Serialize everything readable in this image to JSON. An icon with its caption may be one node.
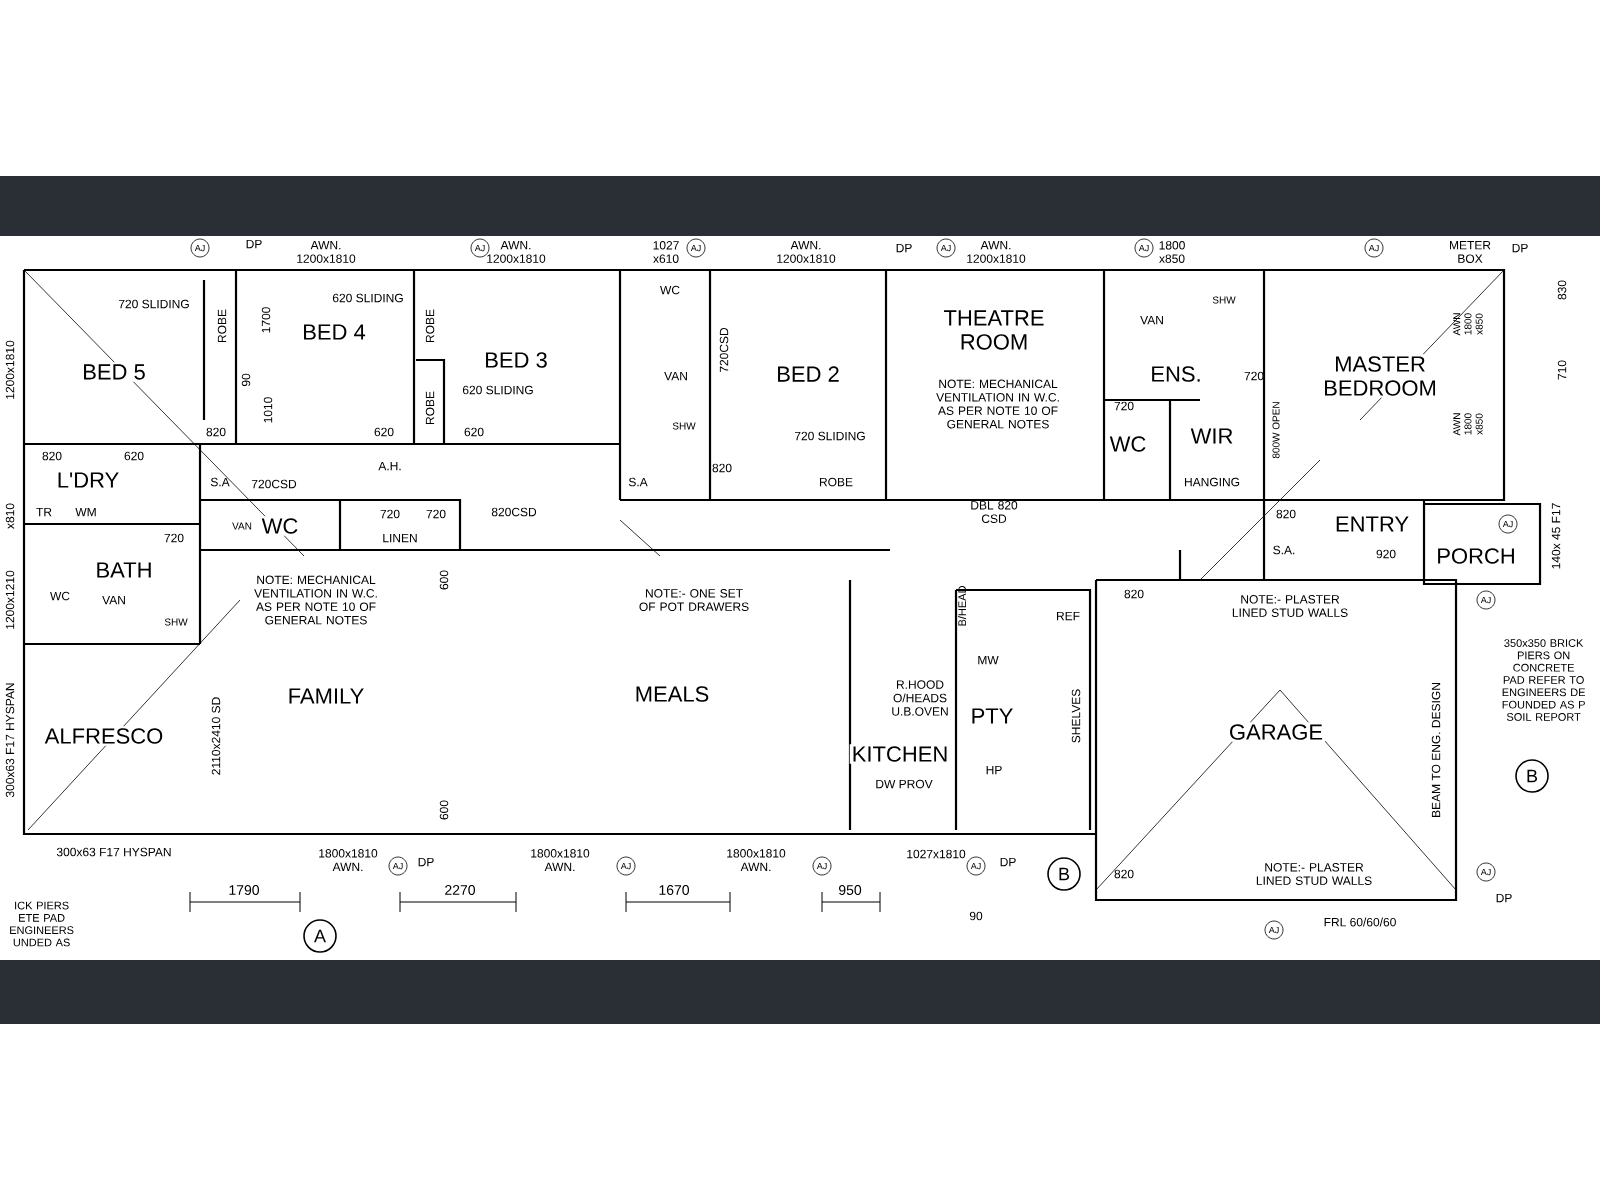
{
  "diagram": {
    "nodes": [
      {
        "text": [
          "BED 5"
        ]
      },
      {
        "text": [
          "BED 4"
        ]
      },
      {
        "text": [
          "BED 3"
        ]
      },
      {
        "text": [
          "BED 2"
        ]
      },
      {
        "text": [
          "THEATRE ROOM"
        ]
      },
      {
        "text": [
          "ENS."
        ]
      },
      {
        "text": [
          "WC"
        ]
      },
      {
        "text": [
          "WIR"
        ]
      },
      {
        "text": [
          "MASTER BEDROOM"
        ]
      },
      {
        "text": [
          "L'DRY"
        ]
      },
      {
        "text": [
          "WC"
        ]
      },
      {
        "text": [
          "BATH"
        ]
      },
      {
        "text": [
          "ALFRESCO"
        ]
      },
      {
        "text": [
          "FAMILY"
        ]
      },
      {
        "text": [
          "MEALS"
        ]
      },
      {
        "text": [
          "KITCHEN"
        ]
      },
      {
        "text": [
          "PTY"
        ]
      },
      {
        "text": [
          "GARAGE"
        ]
      },
      {
        "text": [
          "ENTRY"
        ]
      },
      {
        "text": [
          "PORCH"
        ]
      }
    ],
    "labels": [
      "AJ",
      "DP",
      "AWN. 1200x1810",
      "AJ",
      "AWN. 1200x1810",
      "1027 x610",
      "AJ",
      "AWN. 1200x1810",
      "DP",
      "AJ",
      "AWN. 1200x1810",
      "AJ",
      "1800 x850",
      "AJ",
      "METER BOX",
      "DP",
      "1200x1810",
      "x810",
      "1200x1210",
      "300x63 F17 HYSPAN",
      "830",
      "710",
      "140x 45 F17",
      "720 SLIDING",
      "ROBE",
      "1700",
      "90",
      "1010",
      "620 SLIDING",
      "ROBE",
      "ROBE",
      "620 SLIDING",
      "820",
      "620",
      "820",
      "620",
      "620",
      "S.A",
      "A.H.",
      "720CSD",
      "TR",
      "WM",
      "720",
      "720",
      "820CSD",
      "720",
      "VAN",
      "LINEN",
      "600",
      "WC",
      "VAN",
      "SHW",
      "NOTE: MECHANICAL VENTILATION IN W.C. AS PER NOTE 10 OF GENERAL NOTES",
      "WC",
      "720CSD",
      "VAN",
      "SHW",
      "S.A",
      "820",
      "720 SLIDING",
      "ROBE",
      "DBL 820 CSD",
      "NOTE: MECHANICAL VENTILATION IN W.C. AS PER NOTE 10 OF GENERAL NOTES",
      "VAN",
      "SHW",
      "720",
      "720",
      "HANGING",
      "800W OPEN",
      "AWN 1800 x850",
      "AWN 1800 x850",
      "820",
      "S.A.",
      "920",
      "NOTE:- ONE SET OF POT DRAWERS",
      "B/HEAD",
      "REF",
      "MW",
      "R.HOOD O/HEADS U.B.OVEN",
      "HP",
      "SHELVES",
      "DW PROV",
      "820",
      "NOTE:- PLASTER LINED STUD WALLS",
      "350x350 BRICK PIERS ON CONCRETE PAD REFER TO ENGINEERS DE FOUNDED AS P SOIL REPORT",
      "BEAM TO ENG. DESIGN",
      "NOTE:- PLASTER LINED STUD WALLS",
      "2110x2410 SD",
      "600",
      "820",
      "AJ",
      "AJ",
      "AJ",
      "300x63 F17 HYSPAN",
      "1800x1810 AWN.",
      "AJ",
      "DP",
      "1800x1810 AWN.",
      "AJ",
      "1800x1810 AWN.",
      "AJ",
      "1027x1810",
      "AJ",
      "DP",
      "AJ",
      "DP",
      "FRL 60/60/60",
      "1790",
      "2270",
      "1670",
      "950",
      "90",
      "A",
      "B",
      "B",
      "ICK PIERS ETE PAD ENGINEERS UNDED AS"
    ]
  }
}
